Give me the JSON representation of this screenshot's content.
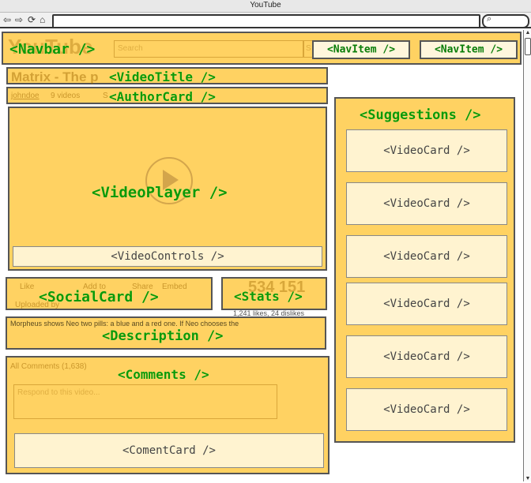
{
  "browser": {
    "title": "YouTube",
    "back_icon": "⇦",
    "forward_icon": "⇨",
    "reload_icon": "⟳",
    "home_icon": "⌂",
    "search_icon": "⌕"
  },
  "navbar": {
    "label": "<Navbar />",
    "logo_text": "YouTube",
    "search_placeholder": "Search",
    "search_button": "S",
    "nav_items": [
      "<NavItem />",
      "<NavItem />"
    ]
  },
  "video_title": {
    "label": "<VideoTitle />",
    "text": "Matrix - The p"
  },
  "author_card": {
    "label": "<AuthorCard />",
    "author": "johndoe",
    "videos": "9 videos",
    "subscribe": "S"
  },
  "video_player": {
    "label": "<VideoPlayer />",
    "controls_label": "<VideoControls />"
  },
  "social_card": {
    "label": "<SocialCard />",
    "like": "Like",
    "add_to": "Add to",
    "share": "Share",
    "embed": "Embed",
    "uploaded_by": "Uploaded by"
  },
  "stats": {
    "label": "<Stats />",
    "views": "534 151",
    "likes": "1,241 likes, 24 dislikes"
  },
  "description": {
    "label": "<Description />",
    "text": "Morpheus shows Neo two pills: a blue and a red one. If Neo chooses the"
  },
  "comments": {
    "label": "<Comments />",
    "header": "All Comments (1,638)",
    "input_placeholder": "Respond to this video...",
    "comment_card_label": "<ComentCard />"
  },
  "suggestions": {
    "label": "<Suggestions />",
    "cards": [
      "<VideoCard />",
      "<VideoCard />",
      "<VideoCard />",
      "<VideoCard />",
      "<VideoCard />",
      "<VideoCard />"
    ]
  },
  "colors": {
    "overlay": "#ffc840",
    "label_green": "#0a9a0a"
  }
}
